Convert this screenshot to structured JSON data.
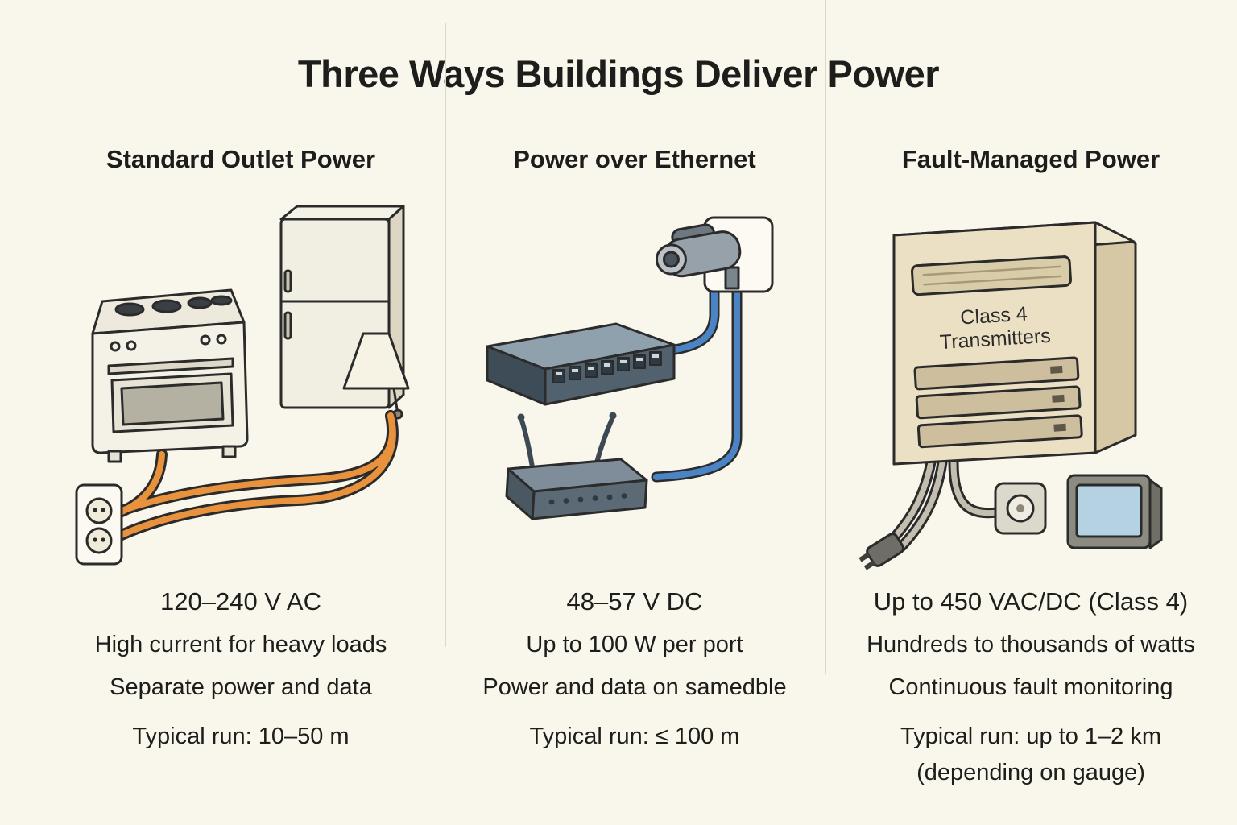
{
  "title": "Three Ways Buildings Deliver Power",
  "columns": [
    {
      "heading": "Standard Outlet Power",
      "voltage": "120–240 V AC",
      "desc1": "High current for heavy loads",
      "desc2": "Separate power and data",
      "run": "Typical run: 10–50 m",
      "illustration_items": [
        "stove",
        "refrigerator",
        "lamp",
        "wall-outlet",
        "orange-power-cords"
      ]
    },
    {
      "heading": "Power over Ethernet",
      "voltage": "48–57 V DC",
      "desc1": "Up to 100 W per port",
      "desc2": "Power and data on samedble",
      "run": "Typical run: ≤ 100 m",
      "illustration_items": [
        "security-camera",
        "network-switch",
        "wifi-router",
        "blue-ethernet-cables"
      ]
    },
    {
      "heading": "Fault-Managed Power",
      "voltage": "Up to 450 VAC/DC (Class 4)",
      "desc1": "Hundreds to thousands of watts",
      "desc2": "Continuous fault monitoring",
      "run": "Typical run: up to 1–2 km",
      "run2": "(depending on gauge)",
      "cabinet_line1": "Class 4",
      "cabinet_line2": "Transmitters",
      "illustration_items": [
        "class4-transmitter-cabinet",
        "power-plug",
        "thermostat-device",
        "display-panel",
        "gray-cables"
      ]
    }
  ],
  "colors": {
    "background": "#f9f6ec",
    "text": "#1d1d1b",
    "outline": "#2b2b2b",
    "orange_cord": "#e8923d",
    "blue_cable": "#4a84c4",
    "slate_device": "#51616e",
    "cabinet_beige": "#ebe0c4",
    "screen_blue": "#b5d2e2",
    "divider": "#dcd8cb"
  }
}
